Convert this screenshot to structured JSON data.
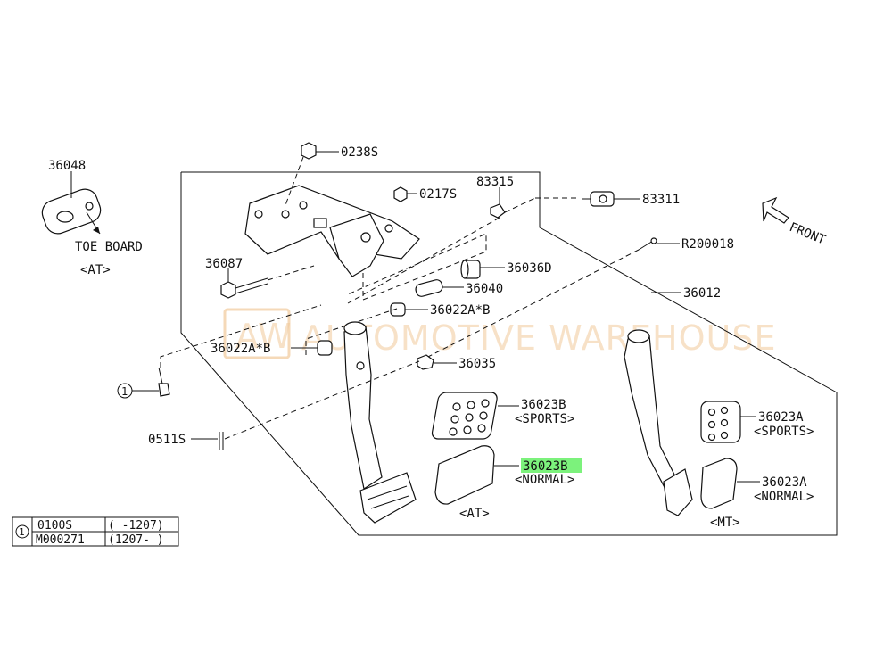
{
  "watermark": {
    "logo": "AW",
    "text": "AUTOMOTIVE WAREHOUSE"
  },
  "front_label": "FRONT",
  "labels": {
    "p36048": "36048",
    "toe_board": "TOE BOARD",
    "at_toe": "<AT>",
    "p0238s": "0238S",
    "p0217s": "0217S",
    "p83315": "83315",
    "p83311": "83311",
    "r200018": "R200018",
    "p36087": "36087",
    "p36036d": "36036D",
    "p36012": "36012",
    "p36040": "36040",
    "p36022ab_right": "36022A*B",
    "p36022ab_left": "36022A*B",
    "p36035": "36035",
    "p36023b_sports": "36023B",
    "sports_b": "<SPORTS>",
    "p36023b_normal": "36023B",
    "normal_b": "<NORMAL>",
    "at_group": "<AT>",
    "p36023a_sports": "36023A",
    "sports_a": "<SPORTS>",
    "p36023a_normal": "36023A",
    "normal_a": "<NORMAL>",
    "mt_group": "<MT>",
    "p0511s": "0511S",
    "callout_1": "1"
  },
  "legend": {
    "ref": "1",
    "rows": [
      {
        "part": "0100S",
        "range": "( -1207)"
      },
      {
        "part": "M000271",
        "range": "(1207- )"
      }
    ]
  },
  "colors": {
    "highlight": "#7cf27c",
    "watermark": "#f1c99a",
    "line": "#111111"
  }
}
